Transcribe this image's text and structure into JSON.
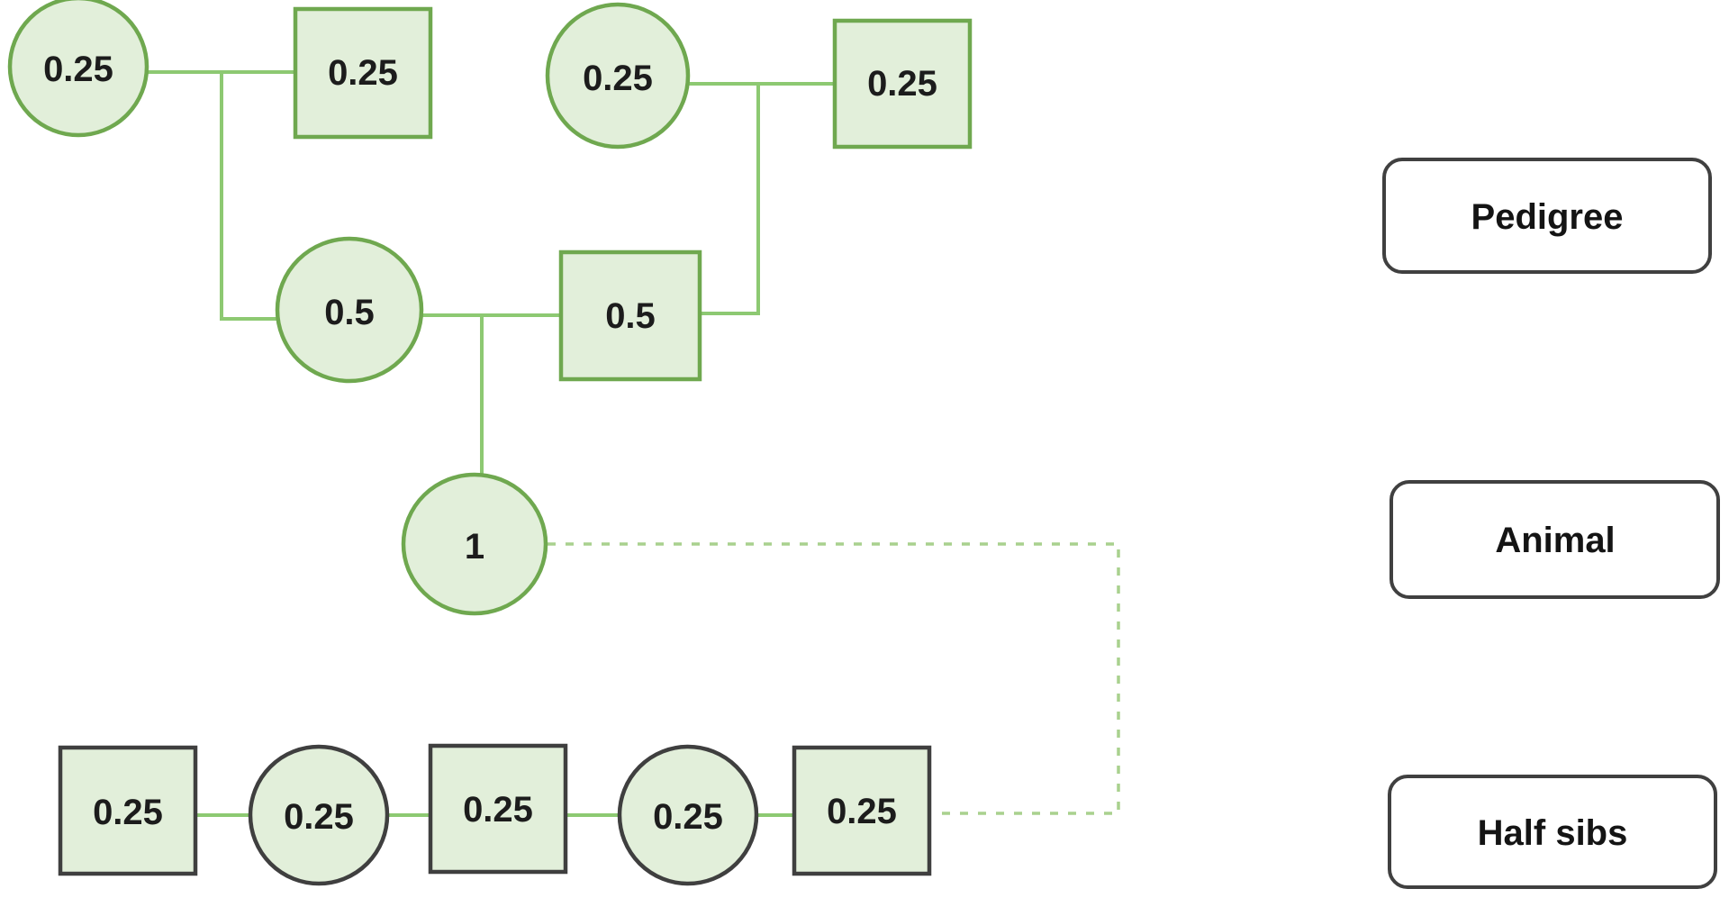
{
  "pedigree": {
    "gen1": {
      "dam_left": "0.25",
      "sire_left": "0.25",
      "dam_right": "0.25",
      "sire_right": "0.25"
    },
    "gen2": {
      "dam": "0.5",
      "sire": "0.5"
    },
    "animal": {
      "value": "1"
    }
  },
  "half_sibs": {
    "sib1": "0.25",
    "sib2": "0.25",
    "sib3": "0.25",
    "sib4": "0.25",
    "sib5": "0.25"
  },
  "legend": {
    "pedigree": "Pedigree",
    "animal": "Animal",
    "half_sibs": "Half sibs"
  },
  "colors": {
    "node_fill": "#e2efda",
    "pedigree_stroke": "#6fa84f",
    "half_sib_stroke": "#3f3f3f",
    "connector": "#8dc972",
    "dashed_connector": "#a9d18e",
    "legend_border": "#404040",
    "text": "#1c1c1c"
  }
}
